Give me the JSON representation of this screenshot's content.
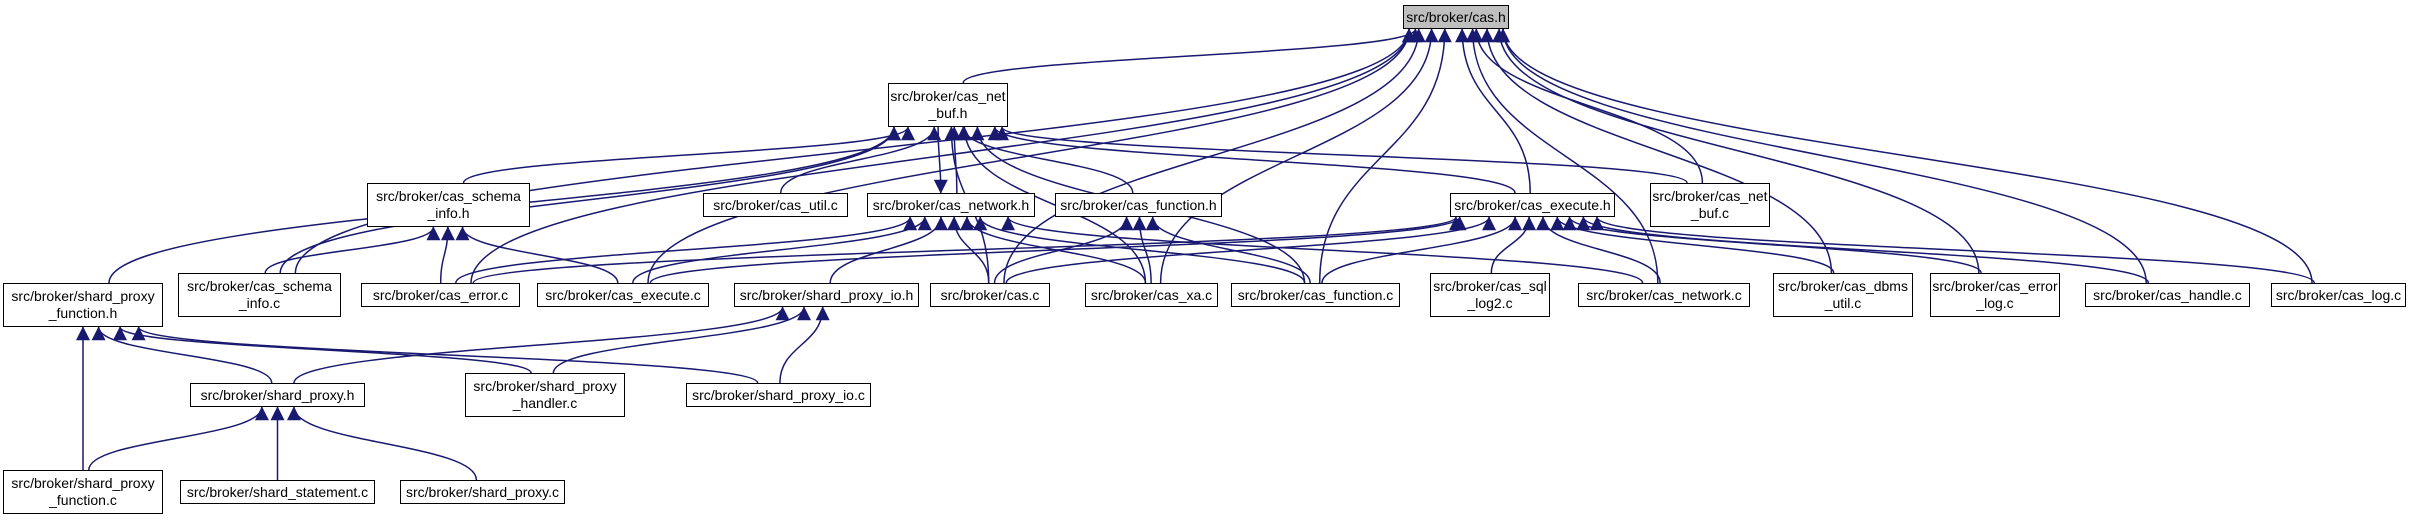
{
  "graph": {
    "edge_color": "#191970",
    "root_fill": "#bfbfbf",
    "nodes": [
      {
        "id": "cas_h",
        "label": "src/broker/cas.h",
        "root": true
      },
      {
        "id": "cas_net_buf_h",
        "label": "src/broker/cas_net\n_buf.h"
      },
      {
        "id": "cas_schema_info_h",
        "label": "src/broker/cas_schema\n_info.h"
      },
      {
        "id": "cas_util_c",
        "label": "src/broker/cas_util.c"
      },
      {
        "id": "cas_network_h",
        "label": "src/broker/cas_network.h"
      },
      {
        "id": "cas_function_h",
        "label": "src/broker/cas_function.h"
      },
      {
        "id": "cas_execute_h",
        "label": "src/broker/cas_execute.h"
      },
      {
        "id": "cas_net_buf_c",
        "label": "src/broker/cas_net\n_buf.c"
      },
      {
        "id": "shard_proxy_function_h",
        "label": "src/broker/shard_proxy\n_function.h"
      },
      {
        "id": "cas_schema_info_c",
        "label": "src/broker/cas_schema\n_info.c"
      },
      {
        "id": "cas_error_c",
        "label": "src/broker/cas_error.c"
      },
      {
        "id": "cas_execute_c",
        "label": "src/broker/cas_execute.c"
      },
      {
        "id": "shard_proxy_io_h",
        "label": "src/broker/shard_proxy_io.h"
      },
      {
        "id": "cas_c",
        "label": "src/broker/cas.c"
      },
      {
        "id": "cas_xa_c",
        "label": "src/broker/cas_xa.c"
      },
      {
        "id": "cas_function_c",
        "label": "src/broker/cas_function.c"
      },
      {
        "id": "cas_sql_log2_c",
        "label": "src/broker/cas_sql\n_log2.c"
      },
      {
        "id": "cas_network_c",
        "label": "src/broker/cas_network.c"
      },
      {
        "id": "cas_dbms_util_c",
        "label": "src/broker/cas_dbms\n_util.c"
      },
      {
        "id": "cas_error_log_c",
        "label": "src/broker/cas_error\n_log.c"
      },
      {
        "id": "cas_handle_c",
        "label": "src/broker/cas_handle.c"
      },
      {
        "id": "cas_log_c",
        "label": "src/broker/cas_log.c"
      },
      {
        "id": "shard_proxy_h",
        "label": "src/broker/shard_proxy.h"
      },
      {
        "id": "shard_proxy_handler_c",
        "label": "src/broker/shard_proxy\n_handler.c"
      },
      {
        "id": "shard_proxy_io_c",
        "label": "src/broker/shard_proxy_io.c"
      },
      {
        "id": "shard_proxy_function_c",
        "label": "src/broker/shard_proxy\n_function.c"
      },
      {
        "id": "shard_statement_c",
        "label": "src/broker/shard_statement.c"
      },
      {
        "id": "shard_proxy_c",
        "label": "src/broker/shard_proxy.c"
      }
    ],
    "edges": [
      [
        "cas_net_buf_h",
        "cas_h"
      ],
      [
        "cas_schema_info_c",
        "cas_h"
      ],
      [
        "cas_error_c",
        "cas_h"
      ],
      [
        "cas_execute_c",
        "cas_h"
      ],
      [
        "cas_c",
        "cas_h"
      ],
      [
        "cas_xa_c",
        "cas_h"
      ],
      [
        "cas_function_c",
        "cas_h"
      ],
      [
        "cas_execute_h",
        "cas_h"
      ],
      [
        "cas_net_buf_c",
        "cas_h"
      ],
      [
        "cas_network_c",
        "cas_h"
      ],
      [
        "cas_dbms_util_c",
        "cas_h"
      ],
      [
        "cas_error_log_c",
        "cas_h"
      ],
      [
        "cas_handle_c",
        "cas_h"
      ],
      [
        "cas_log_c",
        "cas_h"
      ],
      [
        "cas_schema_info_h",
        "cas_net_buf_h"
      ],
      [
        "cas_util_c",
        "cas_net_buf_h"
      ],
      [
        "cas_network_h",
        "cas_net_buf_h"
      ],
      [
        "cas_function_h",
        "cas_net_buf_h"
      ],
      [
        "cas_execute_h",
        "cas_net_buf_h"
      ],
      [
        "cas_net_buf_c",
        "cas_net_buf_h"
      ],
      [
        "shard_proxy_function_h",
        "cas_net_buf_h"
      ],
      [
        "cas_schema_info_c",
        "cas_net_buf_h"
      ],
      [
        "cas_c",
        "cas_net_buf_h"
      ],
      [
        "cas_xa_c",
        "cas_net_buf_h"
      ],
      [
        "cas_function_c",
        "cas_net_buf_h"
      ],
      [
        "cas_net_buf_h",
        "cas_network_h"
      ],
      [
        "cas_schema_info_c",
        "cas_schema_info_h"
      ],
      [
        "cas_error_c",
        "cas_schema_info_h"
      ],
      [
        "cas_execute_c",
        "cas_schema_info_h"
      ],
      [
        "cas_error_c",
        "cas_network_h"
      ],
      [
        "cas_execute_c",
        "cas_network_h"
      ],
      [
        "shard_proxy_io_h",
        "cas_network_h"
      ],
      [
        "cas_c",
        "cas_network_h"
      ],
      [
        "cas_xa_c",
        "cas_network_h"
      ],
      [
        "cas_function_c",
        "cas_network_h"
      ],
      [
        "cas_network_c",
        "cas_network_h"
      ],
      [
        "cas_c",
        "cas_function_h"
      ],
      [
        "cas_xa_c",
        "cas_function_h"
      ],
      [
        "cas_function_c",
        "cas_function_h"
      ],
      [
        "cas_error_c",
        "cas_execute_h"
      ],
      [
        "cas_execute_c",
        "cas_execute_h"
      ],
      [
        "cas_c",
        "cas_execute_h"
      ],
      [
        "cas_function_c",
        "cas_execute_h"
      ],
      [
        "cas_sql_log2_c",
        "cas_execute_h"
      ],
      [
        "cas_network_c",
        "cas_execute_h"
      ],
      [
        "cas_dbms_util_c",
        "cas_execute_h"
      ],
      [
        "cas_error_log_c",
        "cas_execute_h"
      ],
      [
        "cas_handle_c",
        "cas_execute_h"
      ],
      [
        "cas_log_c",
        "cas_execute_h"
      ],
      [
        "shard_proxy_h",
        "shard_proxy_function_h"
      ],
      [
        "shard_proxy_function_c",
        "shard_proxy_function_h"
      ],
      [
        "shard_proxy_handler_c",
        "shard_proxy_function_h"
      ],
      [
        "shard_proxy_io_c",
        "shard_proxy_function_h"
      ],
      [
        "shard_proxy_h",
        "shard_proxy_io_h"
      ],
      [
        "shard_proxy_handler_c",
        "shard_proxy_io_h"
      ],
      [
        "shard_proxy_io_c",
        "shard_proxy_io_h"
      ],
      [
        "shard_proxy_function_c",
        "shard_proxy_h"
      ],
      [
        "shard_statement_c",
        "shard_proxy_h"
      ],
      [
        "shard_proxy_c",
        "shard_proxy_h"
      ]
    ]
  }
}
